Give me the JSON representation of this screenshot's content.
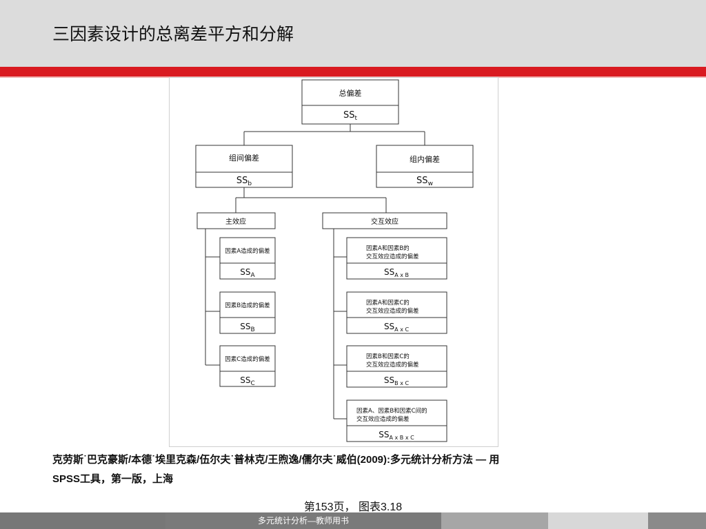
{
  "slide": {
    "title": "三因素设计的总离差平方和分解",
    "citation_line1": "克劳斯˙巴克豪斯/本德˙埃里克森/伍尔夫˙普林克/王煦逸/儒尔夫˙威伯(2009):多元统计分析方法 — 用",
    "citation_line2": "SPSS工具，第一版，上海",
    "caption": "第153页， 图表3.18",
    "footer": "多元统计分析—教师用书"
  },
  "colors": {
    "header_bg": "#dcdcdc",
    "accent_red": "#d91a20",
    "footer_dark": "#777777",
    "footer_mid": "#a6a6a6",
    "footer_light": "#d8d8d8"
  },
  "diagram": {
    "total": {
      "label": "总偏差",
      "ss": "SS",
      "sub": "t"
    },
    "between": {
      "label": "组间偏差",
      "ss": "SS",
      "sub": "b"
    },
    "within": {
      "label": "组内偏差",
      "ss": "SS",
      "sub": "w"
    },
    "main_effects": {
      "label": "主效应"
    },
    "interaction": {
      "label": "交互效应"
    },
    "factor_a": {
      "label": "因素A造成的偏差",
      "ss": "SS",
      "sub": "A"
    },
    "factor_b": {
      "label": "因素B造成的偏差",
      "ss": "SS",
      "sub": "B"
    },
    "factor_c": {
      "label": "因素C造成的偏差",
      "ss": "SS",
      "sub": "C"
    },
    "inter_ab": {
      "line1": "因素A和因素B的",
      "line2": "交互效应造成的偏差",
      "ss": "SS",
      "sub": "A x B"
    },
    "inter_ac": {
      "line1": "因素A和因素C的",
      "line2": "交互效应造成的偏差",
      "ss": "SS",
      "sub": "A x C"
    },
    "inter_bc": {
      "line1": "因素B和因素C的",
      "line2": "交互效应造成的偏差",
      "ss": "SS",
      "sub": "B x C"
    },
    "inter_abc": {
      "line1": "因素A、因素B和因素C间的",
      "line2": "交互效应造成的偏差",
      "ss": "SS",
      "sub": "A x B x C"
    }
  }
}
